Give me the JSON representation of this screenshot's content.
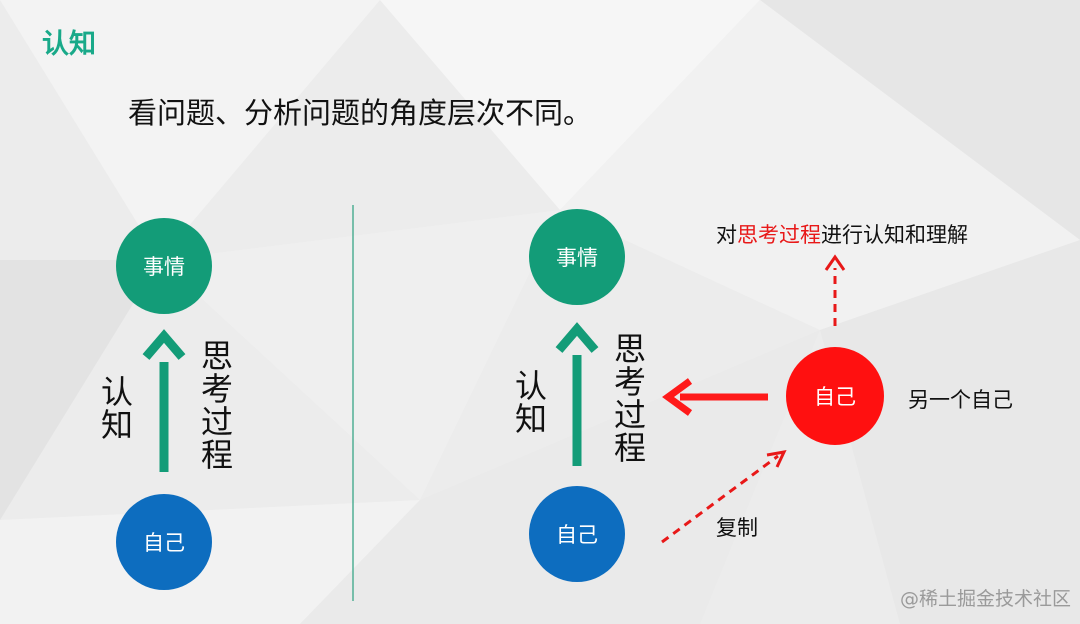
{
  "slide": {
    "title": "认知",
    "subtitle": "看问题、分析问题的角度层次不同。",
    "watermark": "@稀土掘金技术社区"
  },
  "left_diagram": {
    "top_node": "事情",
    "bottom_node": "自己",
    "left_label": "认知",
    "right_label": "思考过程"
  },
  "right_diagram": {
    "top_node": "事情",
    "bottom_node": "自己",
    "left_label": "认知",
    "right_label": "思考过程",
    "other_self_node": "自己",
    "other_self_label": "另一个自己",
    "copy_label": "复制",
    "reflect_prefix": "对",
    "reflect_highlight": "思考过程",
    "reflect_suffix": "进行认知和理解"
  },
  "colors": {
    "teal": "#139c78",
    "blue": "#0d6dbf",
    "red": "#ff1010",
    "accent_title": "#19a989"
  }
}
